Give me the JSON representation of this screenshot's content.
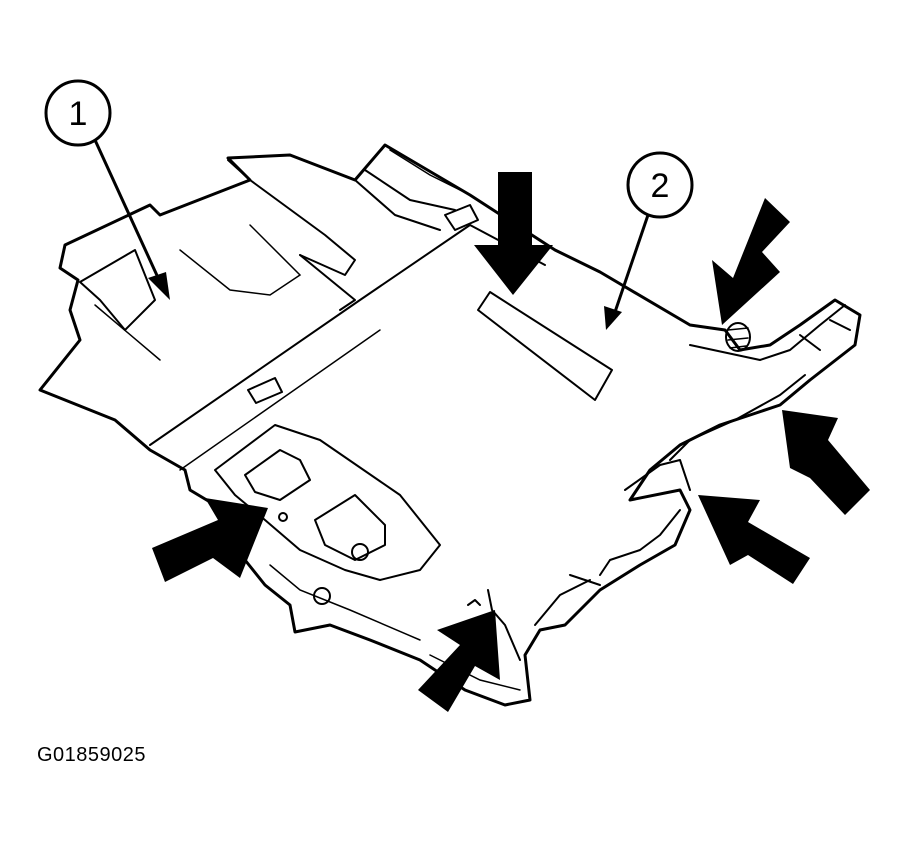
{
  "figure": {
    "id_label": "G01859025"
  },
  "callouts": [
    {
      "number": "1"
    },
    {
      "number": "2"
    }
  ],
  "colors": {
    "line": "#000000",
    "background": "#ffffff",
    "arrow_fill": "#000000"
  }
}
